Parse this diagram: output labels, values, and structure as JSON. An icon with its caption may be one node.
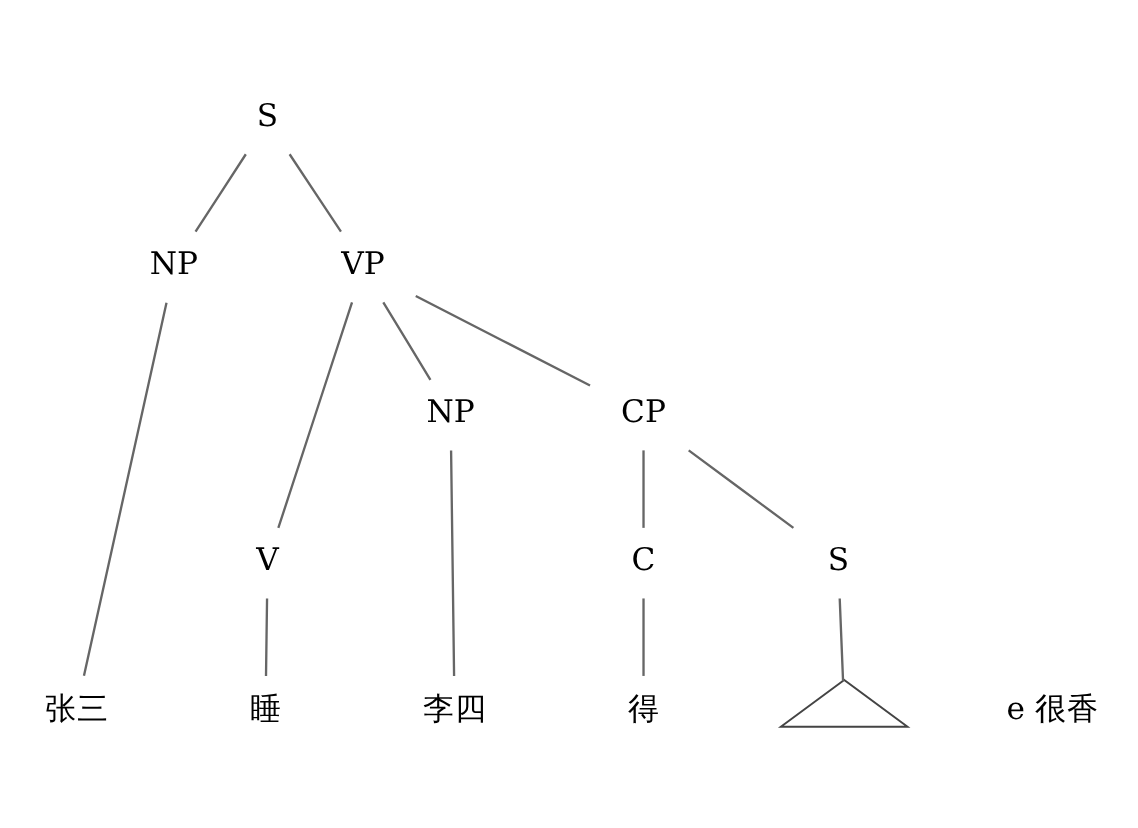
{
  "diagram": {
    "nodes": [
      {
        "text": [
          "S"
        ]
      },
      {
        "text": [
          "NP"
        ]
      },
      {
        "text": [
          "VP"
        ]
      },
      {
        "text": [
          "张三"
        ]
      },
      {
        "text": [
          "V"
        ]
      },
      {
        "text": [
          "NP"
        ]
      },
      {
        "text": [
          "CP"
        ]
      },
      {
        "text": [
          "睡"
        ]
      },
      {
        "text": [
          "李四"
        ]
      },
      {
        "text": [
          "C"
        ]
      },
      {
        "text": [
          "S"
        ]
      },
      {
        "text": [
          "得"
        ]
      },
      {
        "text": [],
        "shape": "triangle",
        "beside": [
          "e 很香"
        ]
      }
    ],
    "edges": [
      {
        "from": 0,
        "to": 1,
        "arrow": "none"
      },
      {
        "from": 0,
        "to": 2,
        "arrow": "none"
      },
      {
        "from": 1,
        "to": 3,
        "arrow": "none"
      },
      {
        "from": 2,
        "to": 4,
        "arrow": "none"
      },
      {
        "from": 2,
        "to": 5,
        "arrow": "none"
      },
      {
        "from": 2,
        "to": 6,
        "arrow": "none"
      },
      {
        "from": 4,
        "to": 7,
        "arrow": "none"
      },
      {
        "from": 5,
        "to": 8,
        "arrow": "none"
      },
      {
        "from": 6,
        "to": 9,
        "arrow": "none"
      },
      {
        "from": 6,
        "to": 10,
        "arrow": "none"
      },
      {
        "from": 9,
        "to": 11,
        "arrow": "none"
      },
      {
        "from": 10,
        "to": 12,
        "arrow": "none"
      }
    ]
  }
}
